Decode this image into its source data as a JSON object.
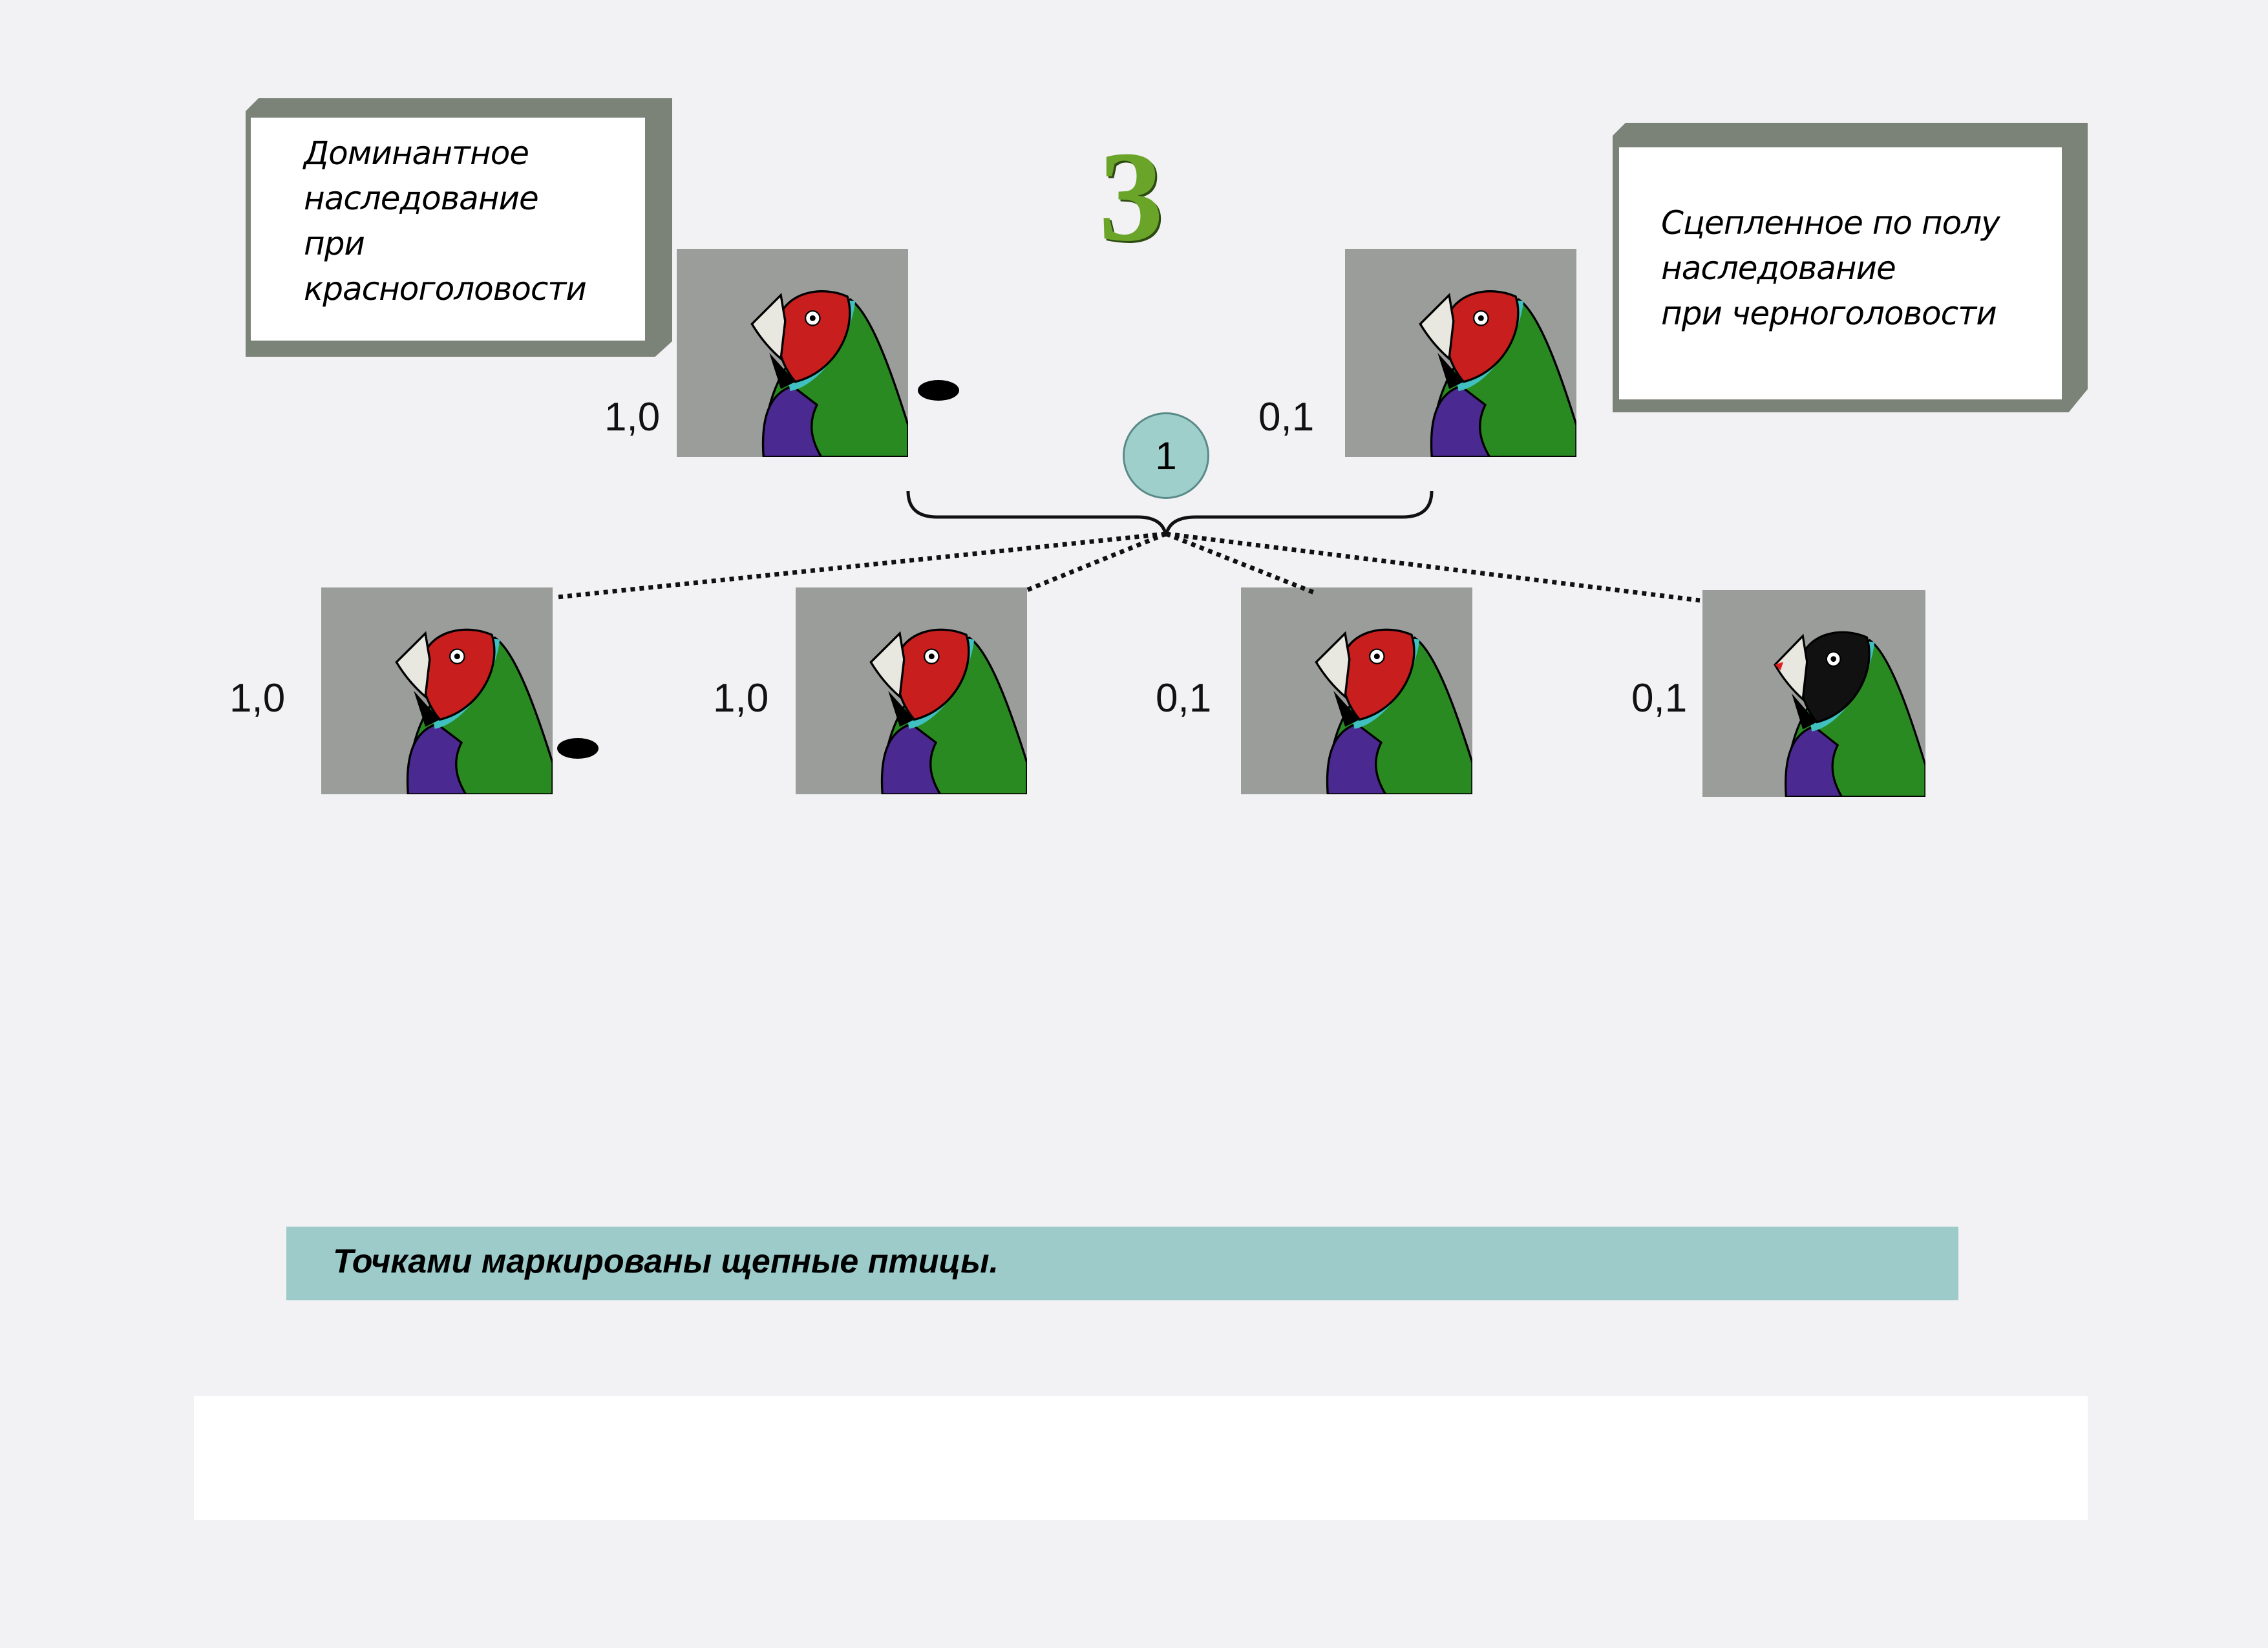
{
  "left_box": {
    "lines": "Доминантное\nнаследование\nпри\nкрасноголовости"
  },
  "right_box": {
    "lines": "Сцепленное по полу\nнаследование\nпри черноголовости"
  },
  "figure_number": "3",
  "cross_number": "1",
  "parents": [
    {
      "sex_label": "1,0",
      "head": "red",
      "split_marked": true
    },
    {
      "sex_label": "0,1",
      "head": "red",
      "split_marked": false
    }
  ],
  "offspring": [
    {
      "sex_label": "1,0",
      "head": "red",
      "split_marked": true
    },
    {
      "sex_label": "1,0",
      "head": "red",
      "split_marked": false
    },
    {
      "sex_label": "0,1",
      "head": "red",
      "split_marked": false
    },
    {
      "sex_label": "0,1",
      "head": "black",
      "split_marked": false
    }
  ],
  "caption": "Точками маркированы  щепные  птицы.",
  "colors": {
    "accent_bar": "#9ccbc9",
    "figure_number": "#6aa52a",
    "red_head": "#c81e1e",
    "black_head": "#111111",
    "body": "#2a8a22",
    "chest": "#4a2a90"
  }
}
